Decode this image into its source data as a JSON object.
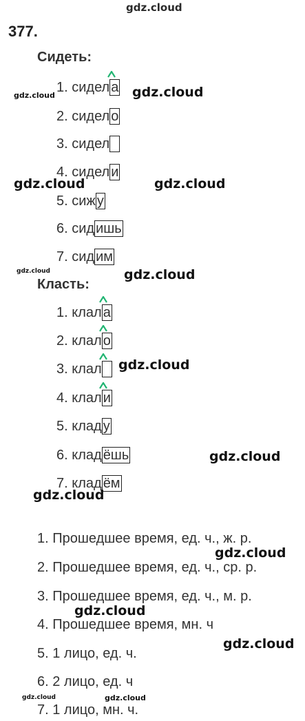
{
  "watermark": "gdz.cloud",
  "exercise_number": "377.",
  "sidet": {
    "title": "Сидеть:",
    "items": [
      {
        "n": "1.",
        "stem": "сидел",
        "ending": "а"
      },
      {
        "n": "2.",
        "stem": "сидел",
        "ending": "о"
      },
      {
        "n": "3.",
        "stem": "сидел",
        "ending": " "
      },
      {
        "n": "4.",
        "stem": "сидел",
        "ending": "и"
      },
      {
        "n": "5.",
        "stem": "сиж",
        "ending": "у"
      },
      {
        "n": "6.",
        "stem": "сид",
        "ending": "ишь"
      },
      {
        "n": "7.",
        "stem": "сид",
        "ending": "им"
      }
    ]
  },
  "klast": {
    "title": "Класть:",
    "items": [
      {
        "n": "1.",
        "stem": "клал",
        "ending": "а"
      },
      {
        "n": "2.",
        "stem": "клал",
        "ending": "о"
      },
      {
        "n": "3.",
        "stem": "клал",
        "ending": " "
      },
      {
        "n": "4.",
        "stem": "клал",
        "ending": "и"
      },
      {
        "n": "5.",
        "stem": "клад",
        "ending": "у"
      },
      {
        "n": "6.",
        "stem": "клад",
        "ending": "ёшь"
      },
      {
        "n": "7.",
        "stem": "клад",
        "ending": "ём"
      }
    ]
  },
  "descriptions": [
    "1. Прошедшее время, ед. ч., ж. р.",
    "2. Прошедшее время, ед. ч., ср. р.",
    "3. Прошедшее время, ед. ч., м. р.",
    "4. Прошедшее время, мн. ч",
    "5. 1 лицо, ед. ч.",
    "6. 2 лицо, ед. ч",
    "7. 1 лицо, мн. ч."
  ],
  "accent_color": "#22b573"
}
